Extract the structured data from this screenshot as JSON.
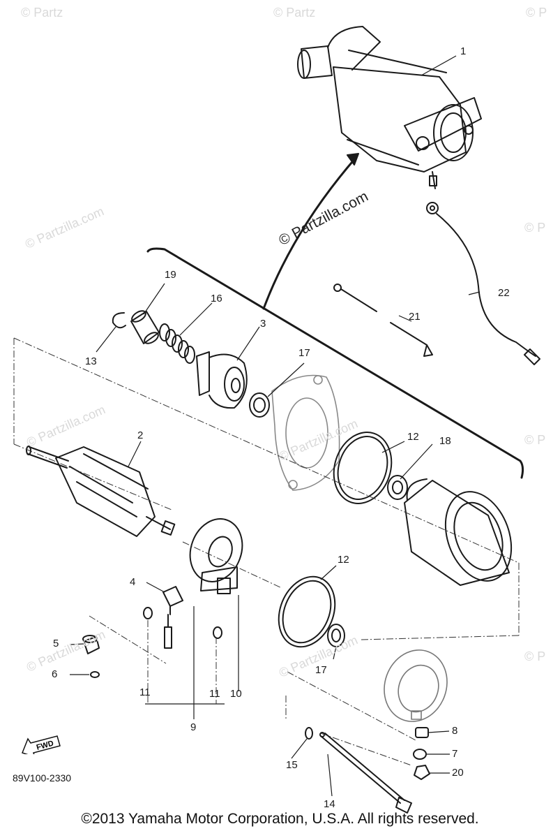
{
  "callouts": [
    {
      "id": "c1",
      "text": "1"
    },
    {
      "id": "c2",
      "text": "2"
    },
    {
      "id": "c3",
      "text": "3"
    },
    {
      "id": "c4",
      "text": "4"
    },
    {
      "id": "c5",
      "text": "5"
    },
    {
      "id": "c6",
      "text": "6"
    },
    {
      "id": "c7",
      "text": "7"
    },
    {
      "id": "c8",
      "text": "8"
    },
    {
      "id": "c9",
      "text": "9"
    },
    {
      "id": "c10",
      "text": "10"
    },
    {
      "id": "c11a",
      "text": "11"
    },
    {
      "id": "c11b",
      "text": "11"
    },
    {
      "id": "c12a",
      "text": "12"
    },
    {
      "id": "c12b",
      "text": "12"
    },
    {
      "id": "c13",
      "text": "13"
    },
    {
      "id": "c14",
      "text": "14"
    },
    {
      "id": "c15",
      "text": "15"
    },
    {
      "id": "c16",
      "text": "16"
    },
    {
      "id": "c17a",
      "text": "17"
    },
    {
      "id": "c17b",
      "text": "17"
    },
    {
      "id": "c18",
      "text": "18"
    },
    {
      "id": "c19",
      "text": "19"
    },
    {
      "id": "c20",
      "text": "20"
    },
    {
      "id": "c21",
      "text": "21"
    },
    {
      "id": "c22",
      "text": "22"
    }
  ],
  "watermark": {
    "text": "© Partzilla.com",
    "short": "© Partz",
    "short2": "© P"
  },
  "fwd_label": "FWD",
  "diagram_code": "89V100-2330",
  "copyright": "©2013 Yamaha Motor Corporation, U.S.A. All rights reserved."
}
